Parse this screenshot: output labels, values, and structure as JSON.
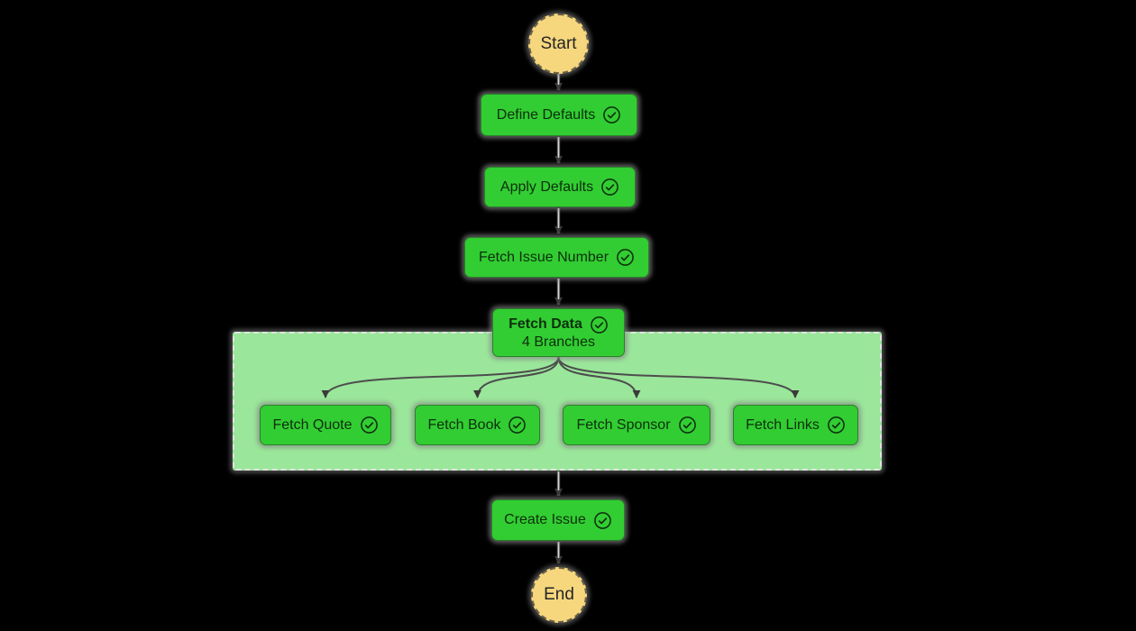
{
  "diagram": {
    "terminals": {
      "start": {
        "label": "Start"
      },
      "end": {
        "label": "End"
      }
    },
    "steps": [
      {
        "label": "Define Defaults",
        "icon": "check-circle"
      },
      {
        "label": "Apply Defaults",
        "icon": "check-circle"
      },
      {
        "label": "Fetch Issue Number",
        "icon": "check-circle"
      },
      {
        "label": "Fetch Data",
        "sublabel": "4 Branches",
        "icon": "check-circle"
      },
      {
        "label": "Create Issue",
        "icon": "check-circle"
      }
    ],
    "branch_group": {
      "branch_count_label": "4 Branches",
      "branches": [
        {
          "label": "Fetch Quote",
          "icon": "check-circle"
        },
        {
          "label": "Fetch Book",
          "icon": "check-circle"
        },
        {
          "label": "Fetch Sponsor",
          "icon": "check-circle"
        },
        {
          "label": "Fetch Links",
          "icon": "check-circle"
        }
      ]
    },
    "colors": {
      "background": "#000000",
      "node_fill": "#32cd32",
      "node_text": "#0d2f0d",
      "container_fill": "#9ae69a",
      "container_border": "#e2e2e2",
      "terminal_fill": "#f6d77e",
      "edge_dark": "#4a4a4a",
      "edge_light": "#d6d6d6",
      "node_glow": "#848484"
    }
  }
}
